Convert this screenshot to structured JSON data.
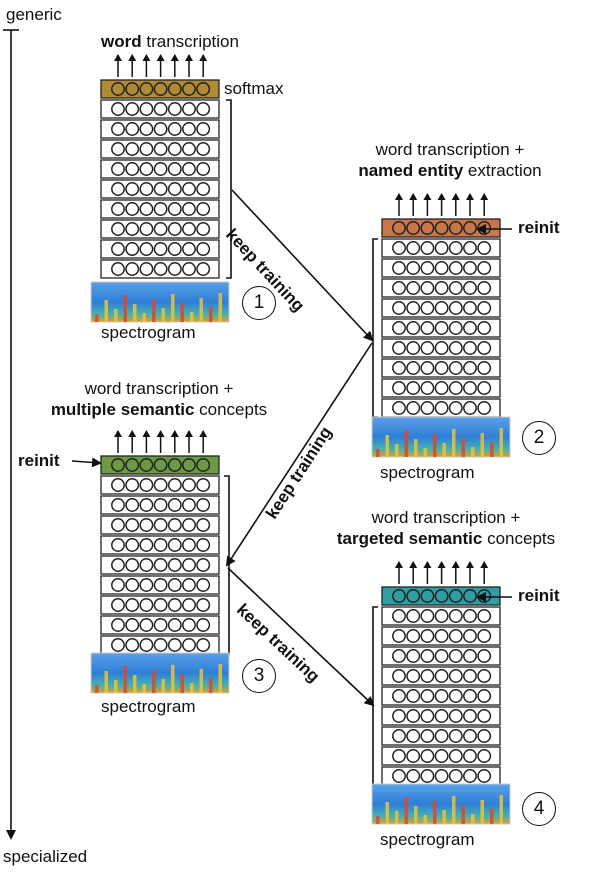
{
  "axis": {
    "top_label": "generic",
    "bottom_label": "specialized"
  },
  "colors": {
    "softmax_1": "#b08a35",
    "softmax_2": "#c8764a",
    "softmax_3": "#6f9a45",
    "softmax_4": "#2f9ea2",
    "spectrogram_bg": "#3f86d6"
  },
  "stacks": [
    {
      "id": "1",
      "number": "1",
      "softmax_label": "softmax",
      "header_bold": "word",
      "header_rest": " transcription",
      "header_line1": "",
      "reinit_label": "",
      "spectrogram_label": "spectrogram"
    },
    {
      "id": "2",
      "number": "2",
      "softmax_label": "",
      "header_line1": "word transcription +",
      "header_bold": "named entity",
      "header_rest": " extraction",
      "reinit_label": "reinit",
      "spectrogram_label": "spectrogram"
    },
    {
      "id": "3",
      "number": "3",
      "softmax_label": "",
      "header_line1": "word transcription +",
      "header_bold": "multiple semantic",
      "header_rest": " concepts",
      "reinit_label": "reinit",
      "spectrogram_label": "spectrogram"
    },
    {
      "id": "4",
      "number": "4",
      "softmax_label": "",
      "header_line1": "word transcription +",
      "header_bold": "targeted semantic",
      "header_rest": " concepts",
      "reinit_label": "reinit",
      "spectrogram_label": "spectrogram"
    }
  ],
  "transitions": [
    {
      "label": "keep training",
      "from": "1",
      "to": "2"
    },
    {
      "label": "keep training",
      "from": "2",
      "to": "3"
    },
    {
      "label": "keep training",
      "from": "3",
      "to": "4"
    }
  ]
}
